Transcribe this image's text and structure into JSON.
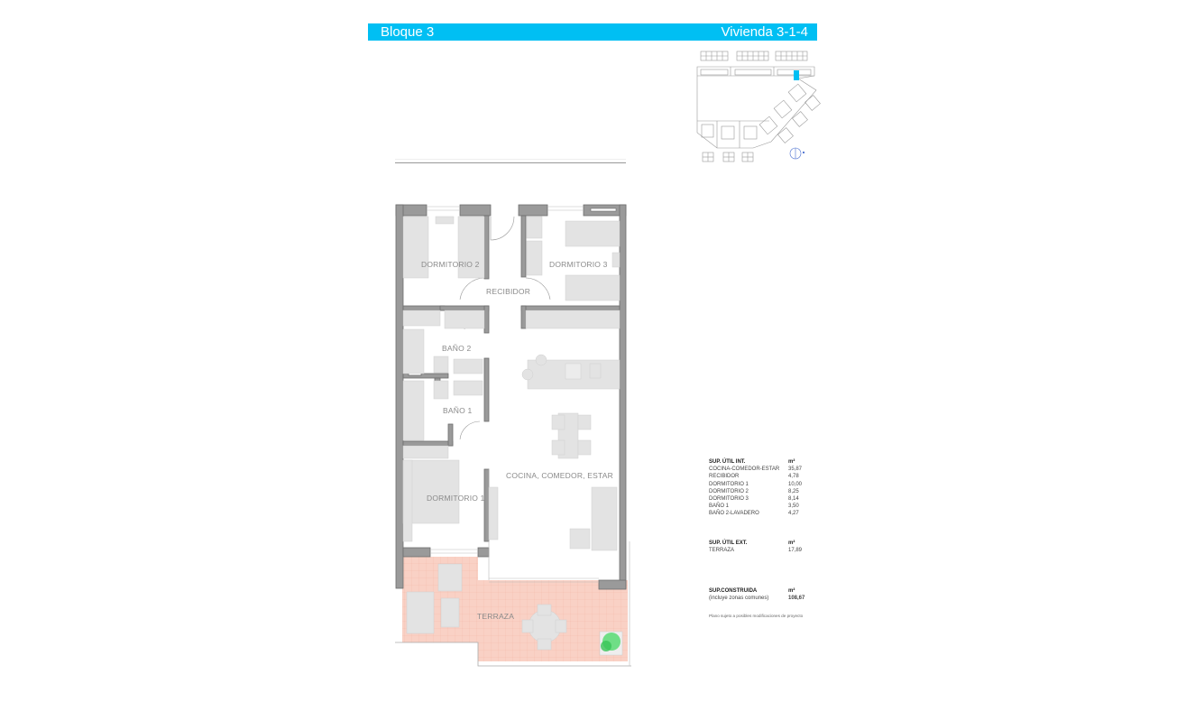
{
  "header": {
    "block_label": "Bloque 3",
    "unit_label": "Vivienda 3-1-4",
    "bar_color": "#00bff3"
  },
  "keyplan": {
    "highlight_color": "#00bff3",
    "compass_icon": "north-arrow"
  },
  "rooms": {
    "dormitorio_2": "DORMITORIO 2",
    "dormitorio_3": "DORMITORIO 3",
    "recibidor": "RECIBIDOR",
    "bano_2": "BAÑO 2",
    "bano_1": "BAÑO 1",
    "dormitorio_1": "DORMITORIO 1",
    "cocina": "COCINA, COMEDOR, ESTAR",
    "terraza": "TERRAZA"
  },
  "colors": {
    "wall": "#9a9a9a",
    "wall_dark": "#7a7a7a",
    "furniture": "#e3e3e3",
    "terrace": "#f9d1c5",
    "terrace_grid": "#f3b9a8",
    "plant": "#4fd96b"
  },
  "areas": {
    "interior": {
      "title": "SUP. ÚTIL INT.",
      "unit": "m²",
      "rows": [
        {
          "label": "COCINA-COMEDOR-ESTAR",
          "value": "35,87"
        },
        {
          "label": "RECIBIDOR",
          "value": "4,78"
        },
        {
          "label": "DORMITORIO 1",
          "value": "10,00"
        },
        {
          "label": "DORMITORIO 2",
          "value": "8,25"
        },
        {
          "label": "DORMITORIO 3",
          "value": "8,14"
        },
        {
          "label": "BAÑO 1",
          "value": "3,50"
        },
        {
          "label": "BAÑO 2-LAVADERO",
          "value": "4,27"
        }
      ]
    },
    "exterior": {
      "title": "SUP. ÚTIL EXT.",
      "unit": "m²",
      "rows": [
        {
          "label": "TERRAZA",
          "value": "17,89"
        }
      ]
    },
    "built": {
      "title": "SUP.CONSTRUIDA",
      "subtitle": "(incluye zonas comunes)",
      "unit": "m²",
      "value": "108,67"
    }
  },
  "footnote": "Plano sujeto a posibles modificaciones de proyecto"
}
